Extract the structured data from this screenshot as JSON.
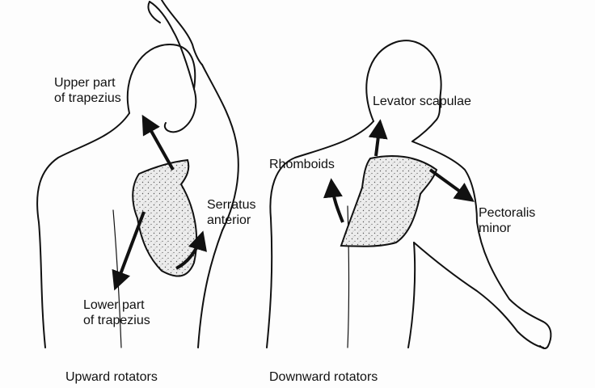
{
  "colors": {
    "ink": "#111111",
    "paper": "#fdfdfd",
    "muscle_fill": "#ececec"
  },
  "left_figure": {
    "caption": "Upward rotators",
    "labels": {
      "upper_trapezius": [
        "Upper part",
        "of trapezius"
      ],
      "serratus_anterior": [
        "Serratus",
        "anterior"
      ],
      "lower_trapezius": [
        "Lower part",
        "of trapezius"
      ]
    }
  },
  "right_figure": {
    "caption": "Downward rotators",
    "labels": {
      "levator_scapulae": "Levator scapulae",
      "rhomboids": "Rhomboids",
      "pectoralis_minor": [
        "Pectoralis",
        "minor"
      ]
    }
  }
}
